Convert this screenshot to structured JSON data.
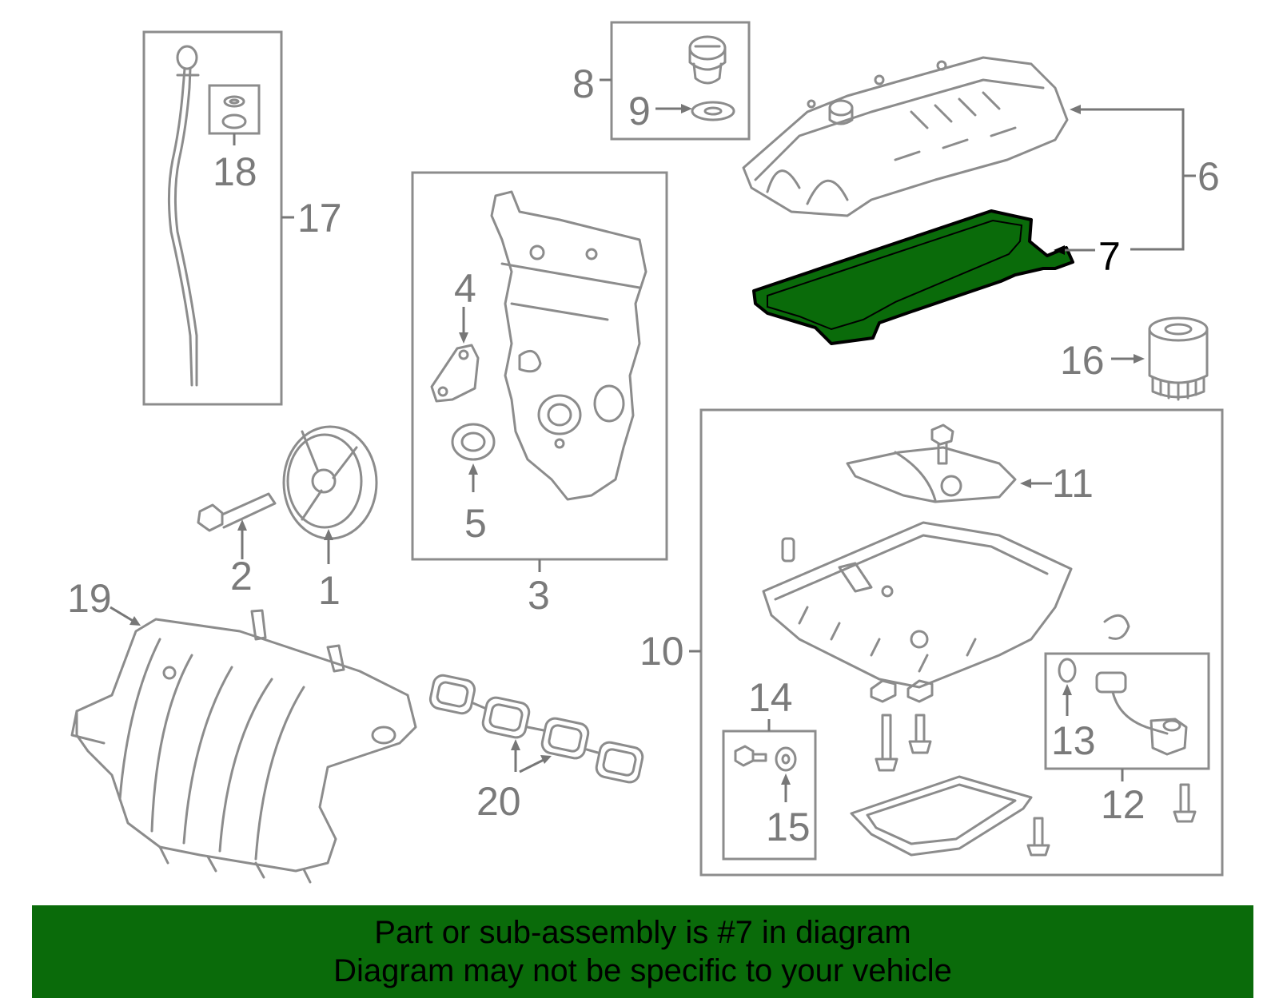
{
  "colors": {
    "line": "#8c8c8c",
    "label": "#7a7a7a",
    "highlight": "#0a6b0a",
    "banner": "#0a6b0a"
  },
  "callouts": {
    "c1": "1",
    "c2": "2",
    "c3": "3",
    "c4": "4",
    "c5": "5",
    "c6": "6",
    "c7": "7",
    "c8": "8",
    "c9": "9",
    "c10": "10",
    "c11": "11",
    "c12": "12",
    "c13": "13",
    "c14": "14",
    "c15": "15",
    "c16": "16",
    "c17": "17",
    "c18": "18",
    "c19": "19",
    "c20": "20"
  },
  "highlighted_part": "7",
  "banner": {
    "line1": "Part or sub-assembly is #7 in diagram",
    "line2": "Diagram may not be specific to your vehicle"
  }
}
